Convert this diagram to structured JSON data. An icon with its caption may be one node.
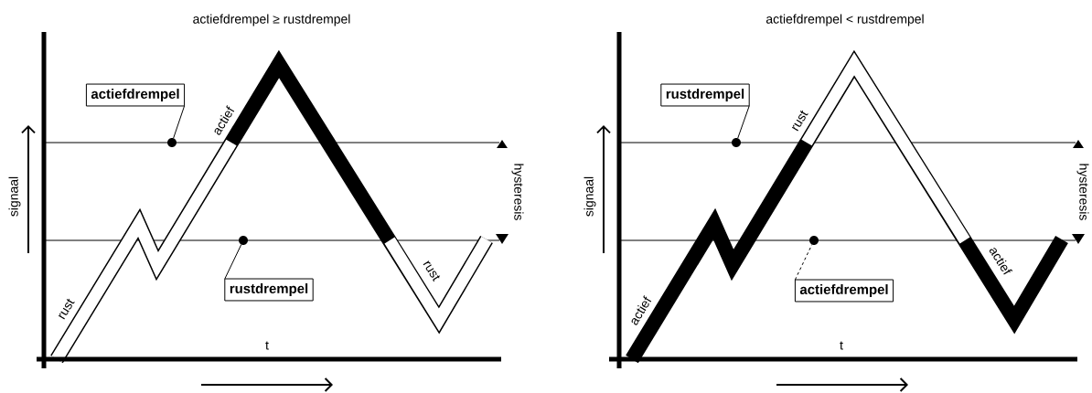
{
  "diagram": {
    "nodes": [
      {
        "text": [
          "actiefdrempel"
        ]
      },
      {
        "text": [
          "rustdrempel"
        ]
      },
      {
        "text": [
          "rustdrempel"
        ]
      },
      {
        "text": [
          "actiefdrempel"
        ]
      },
      {
        "text": [],
        "shape": "circle"
      },
      {
        "text": [],
        "shape": "circle"
      },
      {
        "text": [],
        "shape": "circle"
      },
      {
        "text": [],
        "shape": "circle"
      }
    ],
    "edges": [
      {
        "from": 0,
        "to": 4,
        "arrow": "none"
      },
      {
        "from": 1,
        "to": 5,
        "arrow": "none"
      },
      {
        "from": 2,
        "to": 6,
        "arrow": "none"
      },
      {
        "from": 3,
        "to": 7,
        "arrow": "none",
        "style": "dashed"
      }
    ],
    "labels": [
      "actiefdrempel ≥ rustdrempel",
      "actief",
      "signaal",
      "hysteresis",
      "rust",
      "rust",
      "t",
      "actiefdrempel < rustdrempel",
      "rust",
      "signaal",
      "hysteresis",
      "actief",
      "actief",
      "t"
    ]
  }
}
